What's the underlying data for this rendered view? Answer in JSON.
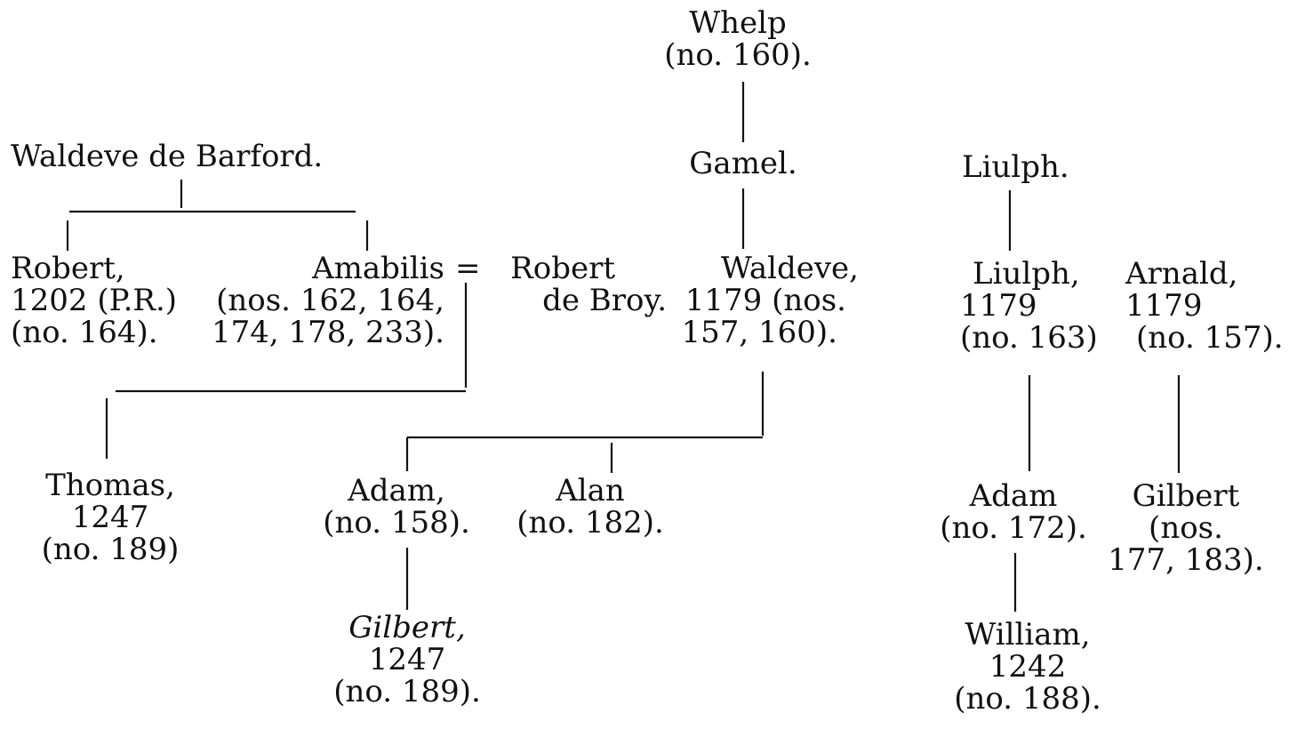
{
  "nodes": {
    "whelp": [
      "Whelp",
      "(no. 160)."
    ],
    "gamel": [
      "Gamel."
    ],
    "waldeve_de_barford": [
      "Waldeve de Barford."
    ],
    "liulph_1": [
      "Liulph."
    ],
    "robert": [
      "Robert,",
      "1202 (P.R.)",
      "(no. 164)."
    ],
    "amabilis": [
      "Amabilis",
      "(nos. 162, 164,",
      "174, 178, 233)."
    ],
    "marriage_sign": "=",
    "robert_de_broy": [
      "Robert",
      "de Broy."
    ],
    "waldeve": [
      "Waldeve,",
      "1179 (nos.",
      "157, 160)."
    ],
    "liulph_2": [
      "Liulph,",
      "1179",
      "(no.  163)"
    ],
    "arnald": [
      "Arnald,",
      "1179",
      "(no. 157)."
    ],
    "thomas": [
      "Thomas,",
      "1247",
      "(no. 189)"
    ],
    "adam_158": [
      "Adam,",
      "(no. 158)."
    ],
    "alan": [
      "Alan",
      "(no. 182)."
    ],
    "adam_172": [
      "Adam",
      "(no. 172)."
    ],
    "gilbert_177": [
      "Gilbert",
      "(nos.",
      "177, 183)."
    ],
    "gilbert_1247": [
      "Gilbert,",
      "1247",
      "(no. 189)."
    ],
    "william": [
      "William,",
      "1242",
      "(no. 188)."
    ]
  }
}
